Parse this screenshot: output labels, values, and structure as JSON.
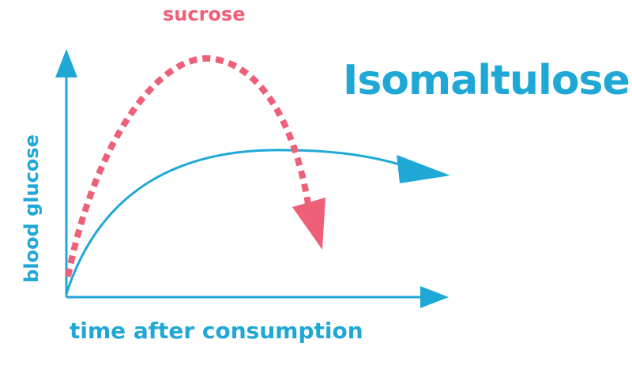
{
  "labels": {
    "sucrose": "sucrose",
    "isomaltulose": "Isomaltulose",
    "x_axis": "time after consumption",
    "y_axis": "blood glucose"
  },
  "colors": {
    "isomaltulose": "#1fa8d6",
    "sucrose": "#ee5f78",
    "axis": "#1fa8d6"
  },
  "curves": {
    "sucrose": {
      "style": "dotted",
      "shape": "rapid rise then fall"
    },
    "isomaltulose": {
      "style": "solid",
      "shape": "gradual rise, sustained"
    }
  }
}
